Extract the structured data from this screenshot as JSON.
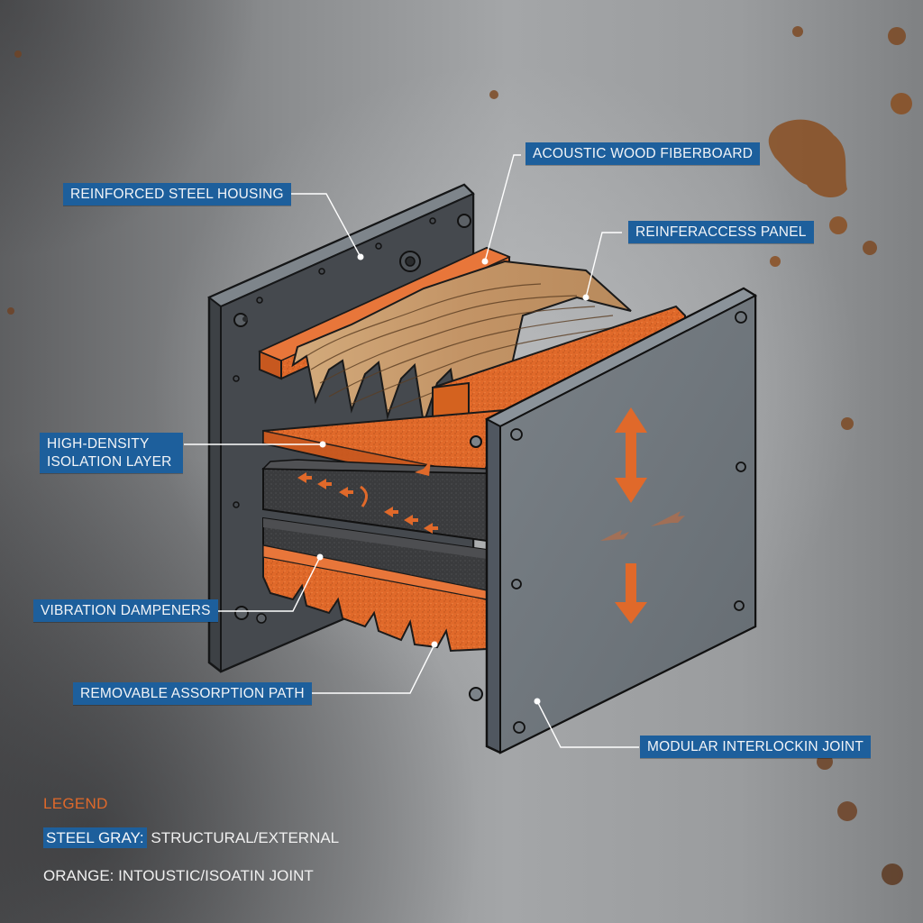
{
  "diagram": {
    "subject": "Exploded view of a modular acoustic isolation panel assembly",
    "colors": {
      "label_bg": "#1d5f9c",
      "label_text": "#f2f4f7",
      "steel": "#6e757b",
      "steel_dark": "#3d4145",
      "orange": "#e0692a",
      "wood": "#c79a6b",
      "foam": "#3a3b3d",
      "legend_title": "#e0692a"
    },
    "callouts": [
      {
        "id": "reinforced-steel-housing",
        "label": "REINFORCED STEEL HOUSING"
      },
      {
        "id": "acoustic-wood-fiberboard",
        "label": "ACOUSTIC WOOD FIBERBOARD"
      },
      {
        "id": "reinfer-access-panel",
        "label": "REINFERACCESS PANEL"
      },
      {
        "id": "high-density-isolation-layer",
        "label_line1": "HIGH-DENSITY",
        "label_line2": "ISOLATION LAYER"
      },
      {
        "id": "vibration-dampeners",
        "label": "VIBRATION DAMPENERS"
      },
      {
        "id": "removable-assorption-path",
        "label": "REMOVABLE ASSORPTION PATH"
      },
      {
        "id": "modular-interlockin-joint",
        "label": "MODULAR INTERLOCKIN JOINT"
      }
    ]
  },
  "legend": {
    "title": "LEGEND",
    "items": [
      {
        "key": "STEEL GRAY:",
        "value": " STRUCTURAL/EXTERNAL"
      },
      {
        "key": "ORANGE:",
        "value": " INTOUSTIC/ISOATIN JOINT"
      }
    ]
  }
}
